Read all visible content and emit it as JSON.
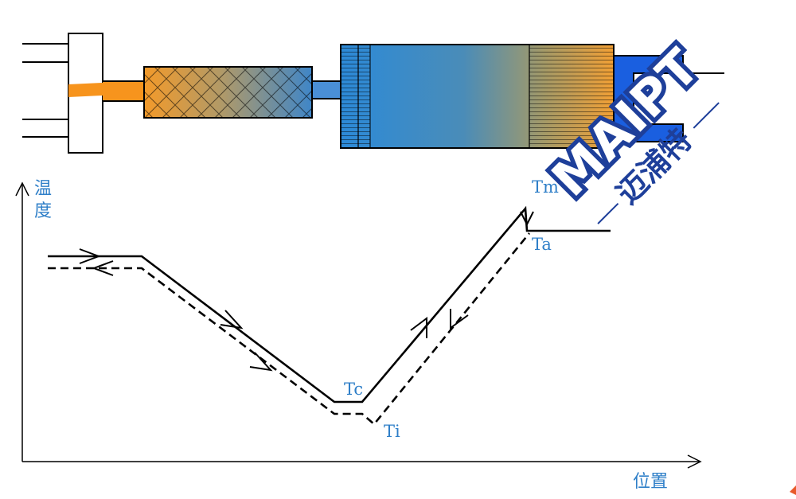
{
  "colors": {
    "label_blue": "#2f7fc8",
    "orange": "#f7941d",
    "blue": "#1a5fe0",
    "line": "#000000",
    "watermark": "#1e3f9a"
  },
  "axes": {
    "y_label_line1": "温",
    "y_label_line2": "度",
    "x_label": "位置"
  },
  "points": {
    "tm": "Tm",
    "ta": "Ta",
    "tc": "Tc",
    "ti": "Ti"
  },
  "watermark": {
    "logo": "MAIPT",
    "name": "迈浦特"
  }
}
